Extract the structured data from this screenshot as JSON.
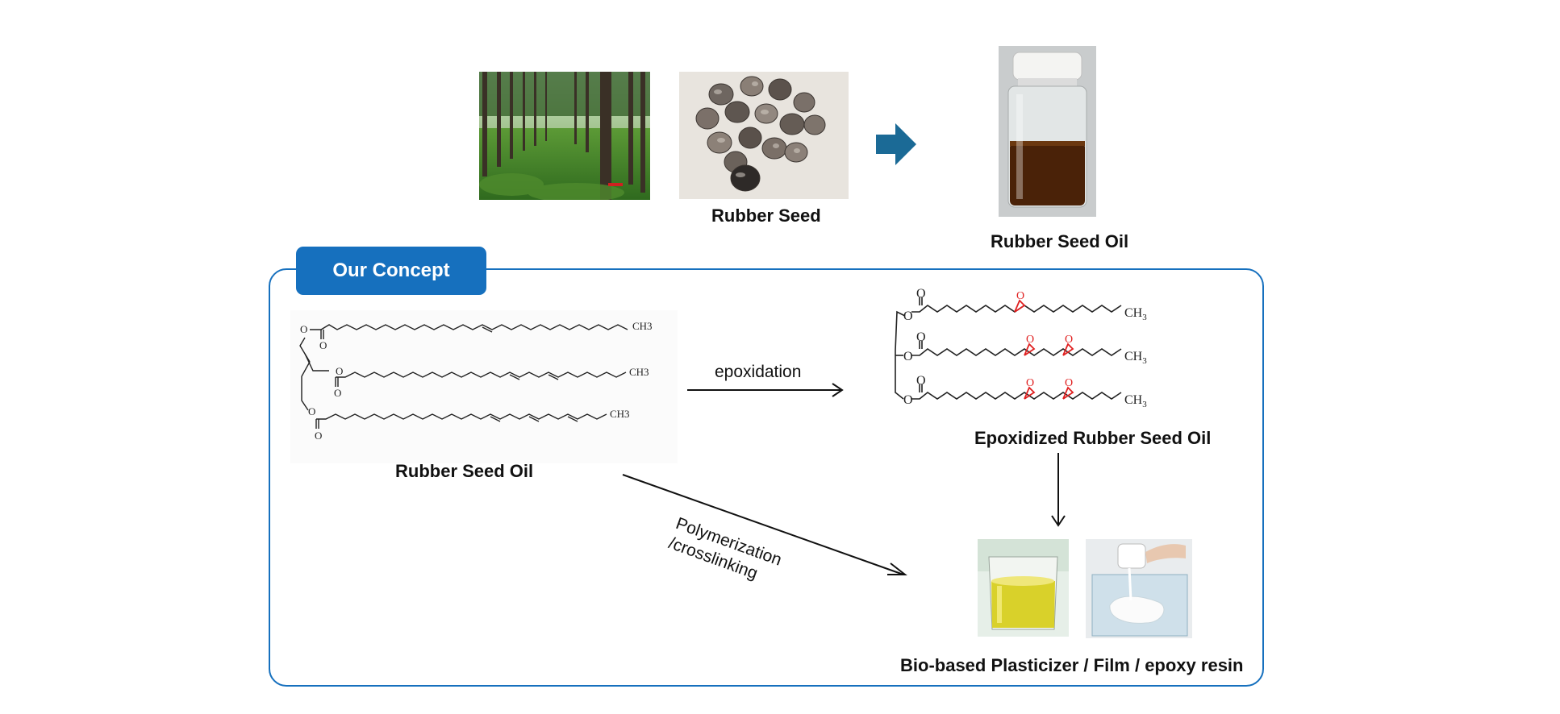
{
  "top_row": {
    "rubber_seed_label": "Rubber Seed",
    "rubber_seed_oil_label": "Rubber Seed Oil"
  },
  "concept": {
    "tab_label": "Our Concept",
    "left_molecule_label": "Rubber Seed Oil",
    "right_molecule_label": "Epoxidized Rubber Seed Oil",
    "epoxidation_label": "epoxidation",
    "polymerization_label_line1": "Polymerization",
    "polymerization_label_line2": "/crosslinking",
    "products_label": "Bio-based  Plasticizer / Film / epoxy resin",
    "ch3_left": "CH3",
    "ch3_right": "CH",
    "ch3_right_sub": "3",
    "o_atom": "O"
  },
  "colors": {
    "concept_blue": "#1670be",
    "arrow_blue": "#1b6a96",
    "epoxide_red": "#e02020"
  }
}
